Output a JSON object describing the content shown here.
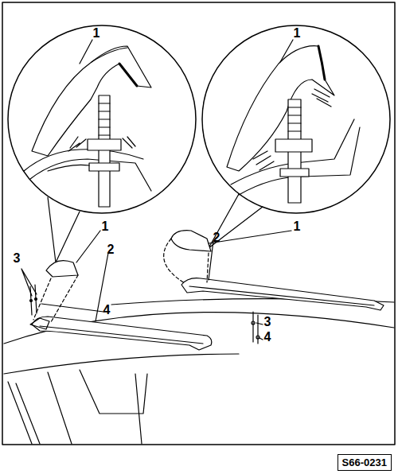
{
  "diagram": {
    "nodes": [
      {
        "text": [
          "S66-0231"
        ]
      }
    ],
    "labels": [
      "1",
      "1",
      "1",
      "3",
      "2",
      "4",
      "1",
      "2",
      "3",
      "4"
    ]
  }
}
